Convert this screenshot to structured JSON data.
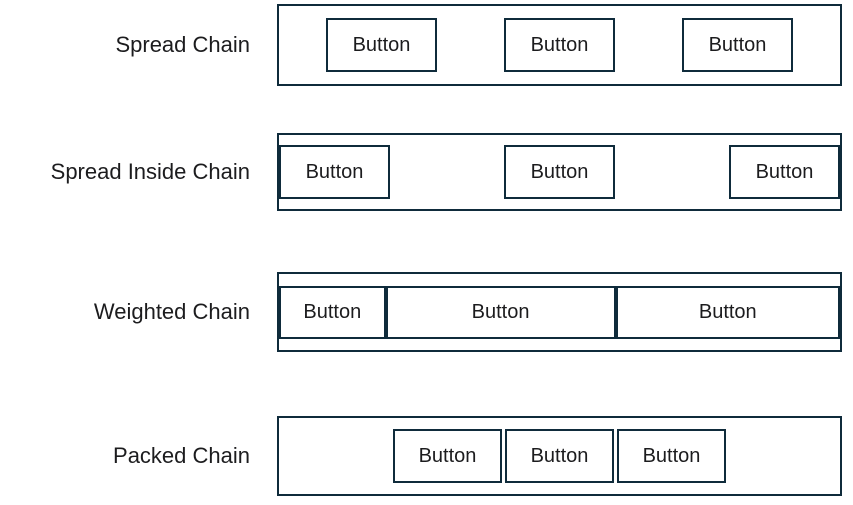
{
  "colors": {
    "border": "#0f2b3b",
    "text": "#1c1c1e",
    "background": "#ffffff"
  },
  "rows": [
    {
      "label": "Spread Chain",
      "style": "spread",
      "buttons": [
        "Button",
        "Button",
        "Button"
      ]
    },
    {
      "label": "Spread Inside Chain",
      "style": "spread-inside",
      "buttons": [
        "Button",
        "Button",
        "Button"
      ]
    },
    {
      "label": "Weighted Chain",
      "style": "weighted",
      "buttons": [
        "Button",
        "Button",
        "Button"
      ]
    },
    {
      "label": "Packed Chain",
      "style": "packed",
      "buttons": [
        "Button",
        "Button",
        "Button"
      ]
    }
  ]
}
